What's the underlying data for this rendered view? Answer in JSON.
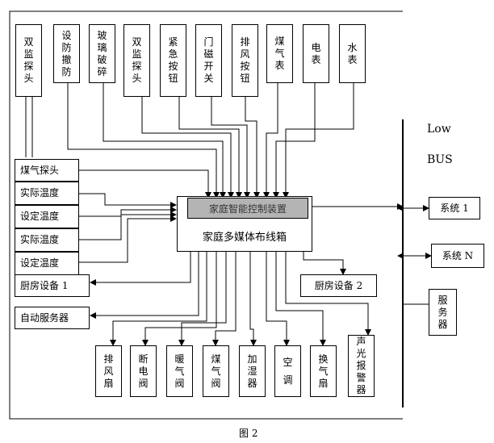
{
  "sensors_top": [
    "双监探头",
    "设防撤防",
    "玻璃破碎",
    "双监探头",
    "紧急按钮",
    "门磁开关",
    "排风按钮",
    "煤气表",
    "电表",
    "水表"
  ],
  "left_inputs": [
    "煤气探头",
    "实际温度",
    "设定温度",
    "实际温度",
    "设定温度"
  ],
  "left_outputs": [
    "厨房设备 1",
    "自动服务器"
  ],
  "bottom_devices": [
    "排风扇",
    "断电阀",
    "暖气阀",
    "煤气阀",
    "加湿器",
    "空调",
    "换气扇",
    "声光报警器"
  ],
  "controller": "家庭智能控制装置",
  "wiring_box": "家庭多媒体布线箱",
  "kitchen2": "厨房设备 2",
  "bus": {
    "line1": "Low",
    "line2": "BUS"
  },
  "systems": [
    "系统 1",
    "系统 N"
  ],
  "server": "服务器",
  "caption": "图 2"
}
